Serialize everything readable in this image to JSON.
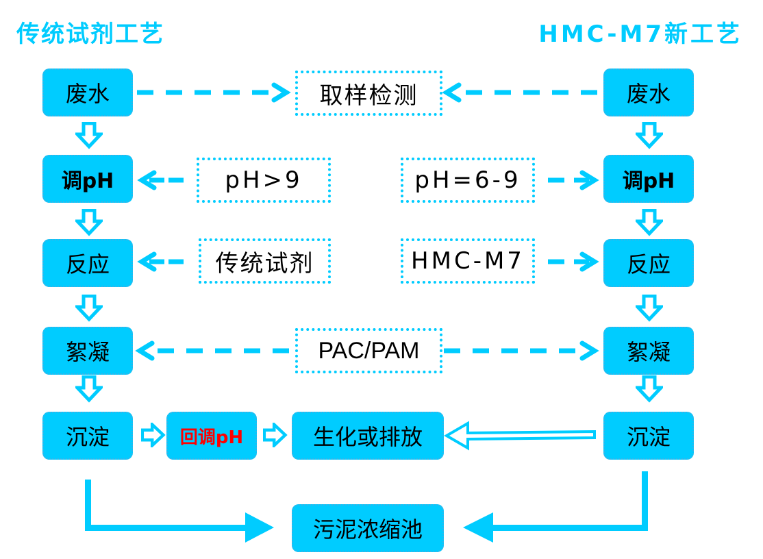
{
  "titles": {
    "left": "传统试剂工艺",
    "right": "HMC-M7新工艺"
  },
  "left_flow": [
    "废水",
    "调pH",
    "反应",
    "絮凝",
    "沉淀"
  ],
  "right_flow": [
    "废水",
    "调pH",
    "反应",
    "絮凝",
    "沉淀"
  ],
  "inputs": {
    "sampling": "取样检测",
    "left_ph": "pH>9",
    "right_ph": "pH=6-9",
    "left_reagent": "传统试剂",
    "right_reagent": "HMC-M7",
    "flocculant": "PAC/PAM"
  },
  "bottom": {
    "readjust_ph": "回调pH",
    "bio_or_discharge": "生化或排放",
    "sludge_tank": "污泥浓缩池"
  },
  "colors": {
    "accent": "#00ccff",
    "readjust_text": "#ff0000"
  }
}
